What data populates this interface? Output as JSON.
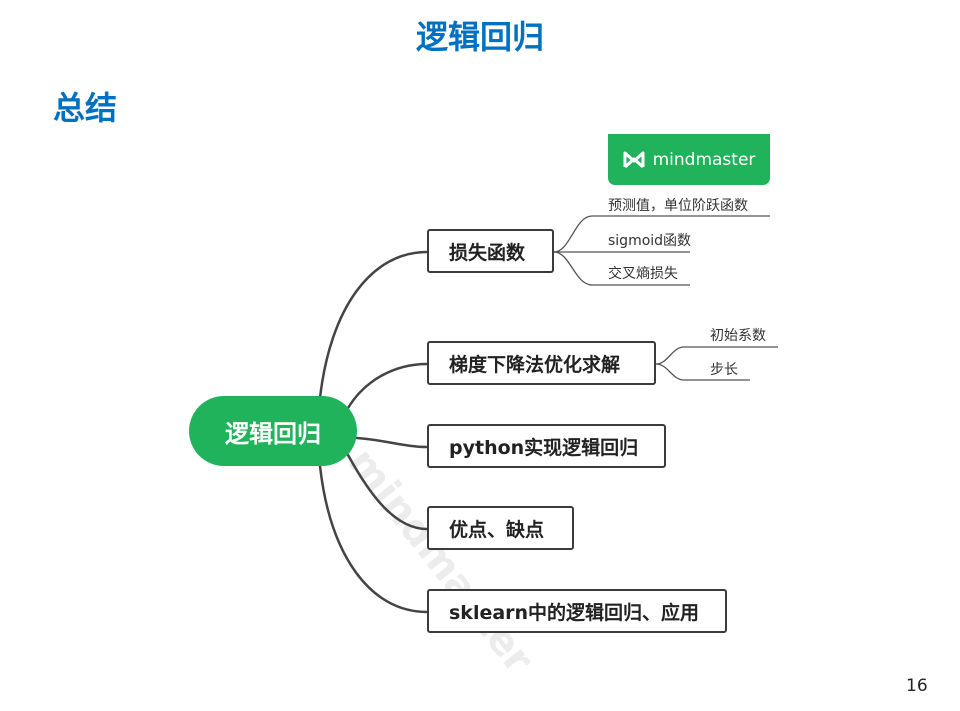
{
  "slide": {
    "title": "逻辑回归",
    "subtitle": "总结",
    "page_number": "16"
  },
  "brand": {
    "name": "mindmaster",
    "icon": "mindmaster-logo",
    "color": "#21b35b"
  },
  "watermark": {
    "text": "mindmaster"
  },
  "mindmap": {
    "central": "逻辑回归",
    "branches": [
      {
        "label": "损失函数",
        "children": [
          "预测值，单位阶跃函数",
          "sigmoid函数",
          "交叉熵损失"
        ]
      },
      {
        "label": "梯度下降法优化求解",
        "children": [
          "初始系数",
          "步长"
        ]
      },
      {
        "label": "python实现逻辑回归",
        "children": []
      },
      {
        "label": "优点、缺点",
        "children": []
      },
      {
        "label": "sklearn中的逻辑回归、应用",
        "children": []
      }
    ]
  }
}
